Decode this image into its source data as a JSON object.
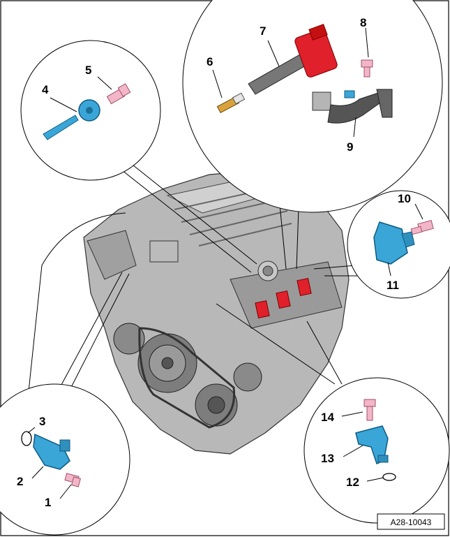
{
  "callouts": [
    {
      "id": "1",
      "label": "1"
    },
    {
      "id": "2",
      "label": "2"
    },
    {
      "id": "3",
      "label": "3"
    },
    {
      "id": "4",
      "label": "4"
    },
    {
      "id": "5",
      "label": "5"
    },
    {
      "id": "6",
      "label": "6"
    },
    {
      "id": "7",
      "label": "7"
    },
    {
      "id": "8",
      "label": "8"
    },
    {
      "id": "9",
      "label": "9"
    },
    {
      "id": "10",
      "label": "10"
    },
    {
      "id": "11",
      "label": "11"
    },
    {
      "id": "12",
      "label": "12"
    },
    {
      "id": "13",
      "label": "13"
    },
    {
      "id": "14",
      "label": "14"
    }
  ],
  "reference": {
    "code": "A28-10043"
  },
  "colors": {
    "sensor_blue": "#3aa6d8",
    "coil_red": "#e0202a",
    "bolt_pink": "#f2b6c8",
    "engine_gray": "#a9a9a9",
    "line": "#000000"
  }
}
